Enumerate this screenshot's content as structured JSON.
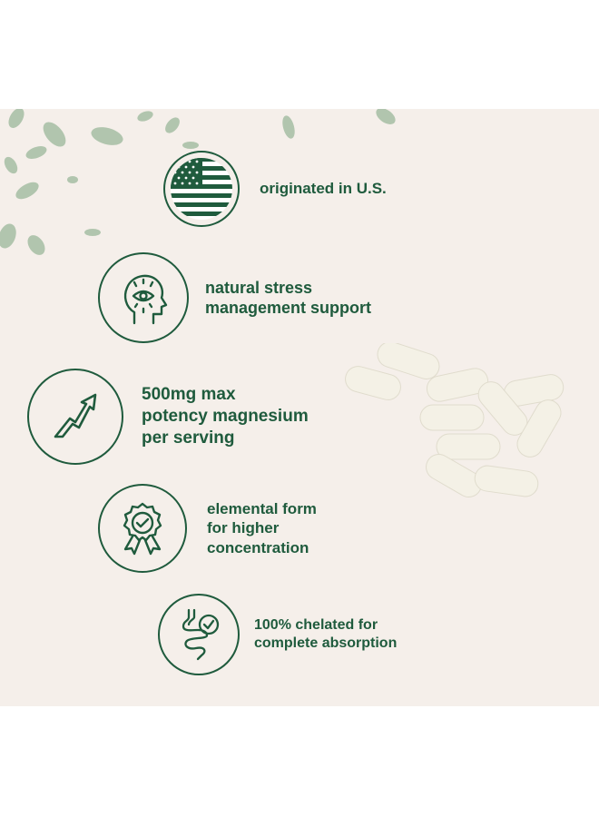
{
  "colors": {
    "accent": "#1f5b3d",
    "panel_bg": "#f5efea",
    "capsule": "#f4f1e6",
    "leaf": "#9bb89a"
  },
  "features": [
    {
      "icon": "us-flag-icon",
      "text": "originated in U.S."
    },
    {
      "icon": "head-eye-icon",
      "text": "natural stress\nmanagement support"
    },
    {
      "icon": "rising-arrow-icon",
      "text": "500mg max\npotency  magnesium\nper serving"
    },
    {
      "icon": "award-check-icon",
      "text": "elemental form\nfor higher\nconcentration"
    },
    {
      "icon": "digestive-check-icon",
      "text": "100% chelated for\ncomplete absorption"
    }
  ]
}
